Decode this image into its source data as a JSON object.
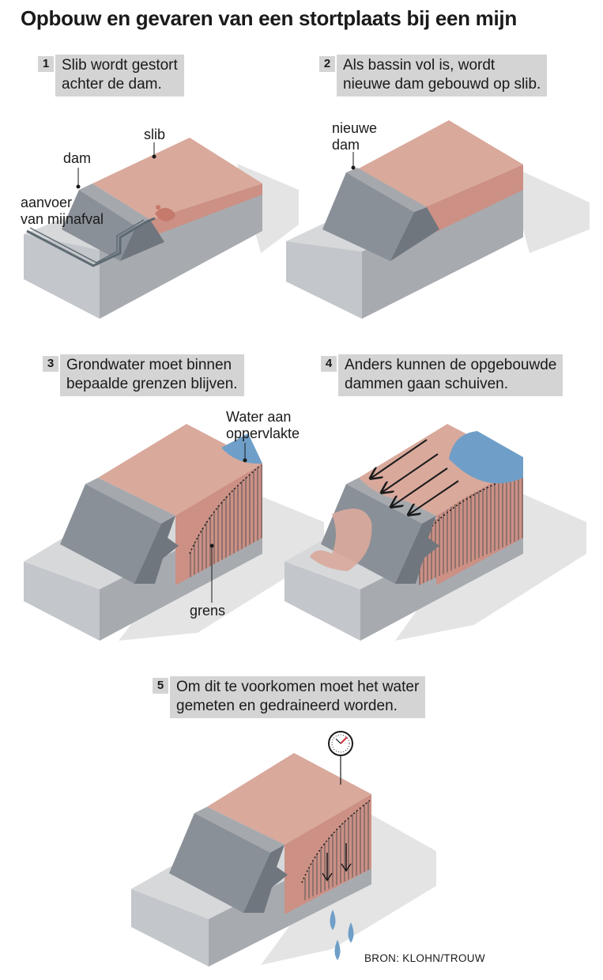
{
  "title": "Opbouw en gevaren van een stortplaats bij een mijn",
  "steps": [
    {
      "number": "1",
      "caption": "Slib wordt gestort\nachter de dam."
    },
    {
      "number": "2",
      "caption": "Als bassin vol is, wordt\nnieuwe dam gebouwd op slib."
    },
    {
      "number": "3",
      "caption": "Grondwater moet binnen\nbepaalde grenzen blijven."
    },
    {
      "number": "4",
      "caption": "Anders kunnen de opgebouwde\ndammen gaan schuiven."
    },
    {
      "number": "5",
      "caption": "Om dit te voorkomen moet het water\ngemeten en gedraineerd worden."
    }
  ],
  "labels": {
    "slib": "slib",
    "dam": "dam",
    "aanvoer": "aanvoer\nvan mijnafval",
    "nieuwe_dam": "nieuwe\ndam",
    "water_oppervlakte": "Water aan\noppervlakte",
    "grens": "grens"
  },
  "source": "BRON: KLOHN/TROUW",
  "colors": {
    "slib_top": "#d9a99c",
    "slib_side": "#cc9085",
    "dam_top": "#a5a9ae",
    "dam_face": "#8a9098",
    "dam_dark": "#6f767e",
    "base_top": "#d6d8da",
    "base_left": "#c3c6ca",
    "base_right": "#a7abb0",
    "shadow": "#e4e4e4",
    "water": "#6f9fc8",
    "caption_bg": "#d4d4d4"
  }
}
